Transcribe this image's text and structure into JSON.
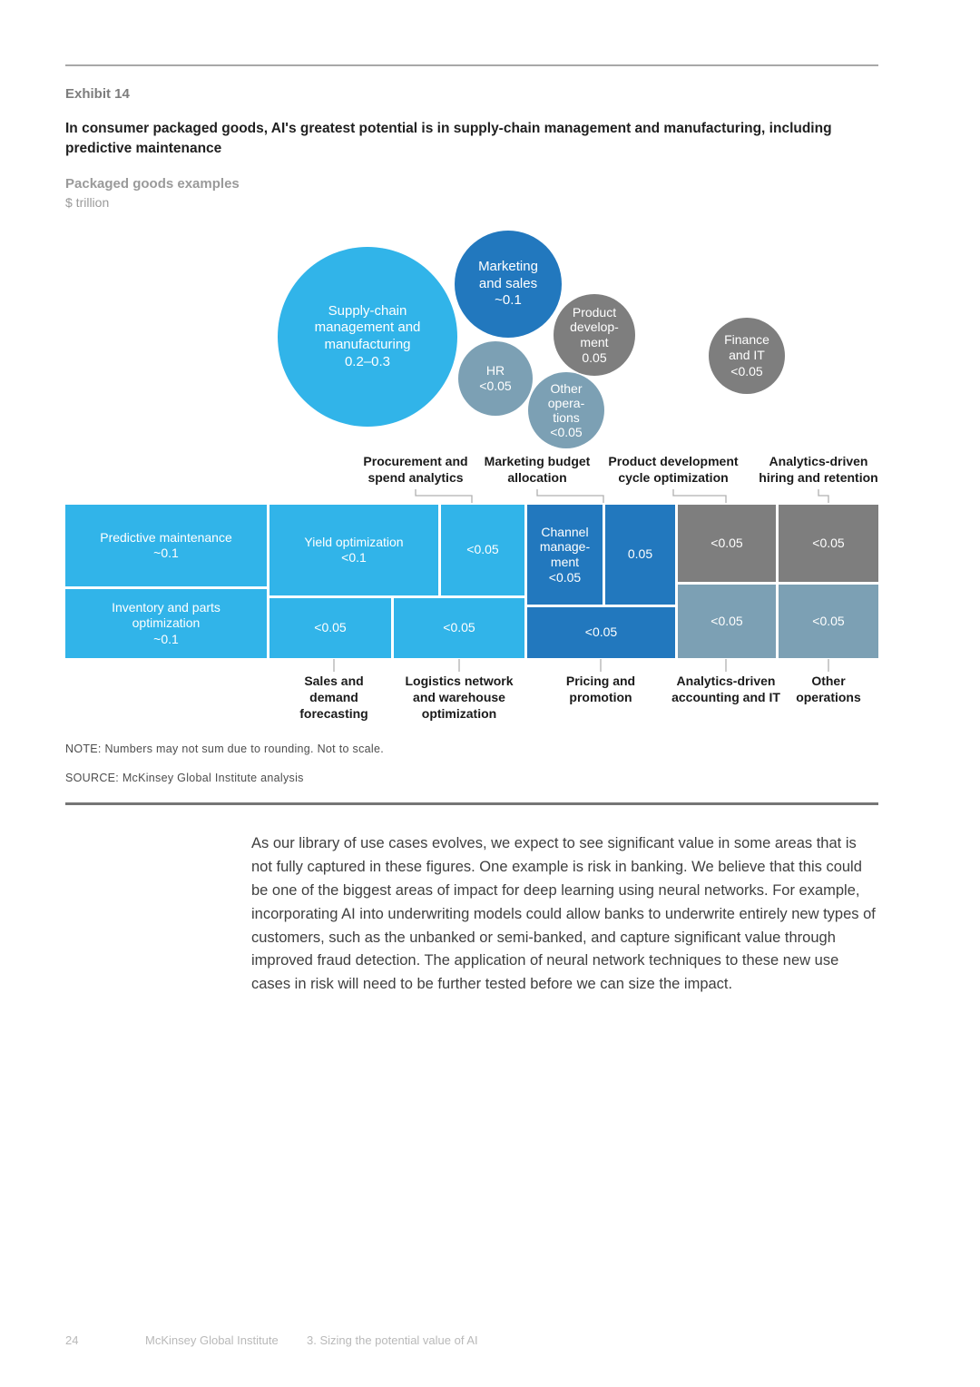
{
  "page": {
    "exhibit_label": "Exhibit 14",
    "title": "In consumer packaged goods, AI's greatest potential is in supply-chain management and manufacturing, including predictive maintenance",
    "legend_title": "Packaged goods examples",
    "legend_unit": "$ trillion",
    "note": "NOTE: Numbers may not sum due to rounding. Not to scale.",
    "source": "SOURCE:  McKinsey Global Institute analysis",
    "body_paragraph": "As our library of use cases evolves, we expect to see significant value in some areas that is not fully captured in these figures. One example is risk in banking. We believe that this could be one of the biggest areas of impact for deep learning using neural networks. For example, incorporating AI into underwriting models could allow banks to underwrite entirely new types of customers, such as the unbanked or semi-banked, and capture significant value through improved fraud detection. The application of neural network techniques to these new use cases in risk will need to be further tested before we can size the impact.",
    "footer": {
      "page_number": "24",
      "institute": "McKinsey Global Institute",
      "chapter": "3. Sizing the potential value of AI"
    }
  },
  "colors": {
    "light_blue": "#31B4E9",
    "dark_blue": "#2278BE",
    "blue_gray": "#7CA0B4",
    "gray": "#7E7E7E"
  },
  "chart_data": {
    "type": "bubble",
    "title": "Packaged goods examples",
    "unit": "$ trillion",
    "bubbles": [
      {
        "name": "Supply-chain management and manufacturing",
        "value": "0.2–0.3",
        "color": "#31B4E9",
        "display": "Supply-chain\nmanagement and\nmanufacturing\n0.2–0.3"
      },
      {
        "name": "Marketing and sales",
        "value": "~0.1",
        "color": "#2278BE",
        "display": "Marketing\nand sales\n~0.1"
      },
      {
        "name": "HR",
        "value": "<0.05",
        "color": "#7CA0B4",
        "display": "HR\n<0.05"
      },
      {
        "name": "Product development",
        "value": "0.05",
        "color": "#7E7E7E",
        "display": "Product\ndevelop-\nment\n0.05"
      },
      {
        "name": "Other operations",
        "value": "<0.05",
        "color": "#7CA0B4",
        "display": "Other\nopera-\ntions\n<0.05"
      },
      {
        "name": "Finance and IT",
        "value": "<0.05",
        "color": "#7E7E7E",
        "display": "Finance\nand IT\n<0.05"
      }
    ],
    "top_labels": [
      {
        "text": "Procurement and\nspend analytics"
      },
      {
        "text": "Marketing budget\nallocation"
      },
      {
        "text": "Product development\ncycle optimization"
      },
      {
        "text": "Analytics-driven\nhiring and retention"
      }
    ],
    "cells": [
      {
        "name": "Predictive maintenance",
        "value": "~0.1",
        "group": "Supply-chain management and manufacturing",
        "display": "Predictive maintenance\n~0.1"
      },
      {
        "name": "Inventory and parts optimization",
        "value": "~0.1",
        "group": "Supply-chain management and manufacturing",
        "display": "Inventory and parts\noptimization\n~0.1"
      },
      {
        "name": "Yield optimization",
        "value": "<0.1",
        "group": "Supply-chain management and manufacturing",
        "display": "Yield optimization\n<0.1"
      },
      {
        "name": "Procurement and spend analytics",
        "value": "<0.05",
        "group": "Supply-chain management and manufacturing",
        "display": "<0.05"
      },
      {
        "name": "Sales and demand forecasting",
        "value": "<0.05",
        "group": "Supply-chain management and manufacturing",
        "display": "<0.05"
      },
      {
        "name": "Logistics network and warehouse optimization",
        "value": "<0.05",
        "group": "Supply-chain management and manufacturing",
        "display": "<0.05"
      },
      {
        "name": "Channel management",
        "value": "<0.05",
        "group": "Marketing and sales",
        "display": "Channel\nmanage-\nment\n<0.05"
      },
      {
        "name": "Marketing budget allocation",
        "value": "0.05",
        "group": "Marketing and sales",
        "display": "0.05"
      },
      {
        "name": "Pricing and promotion",
        "value": "<0.05",
        "group": "Marketing and sales",
        "display": "<0.05"
      },
      {
        "name": "Product development cycle optimization",
        "value": "<0.05",
        "group": "Product development",
        "display": "<0.05"
      },
      {
        "name": "Analytics-driven hiring and retention",
        "value": "<0.05",
        "group": "HR",
        "display": "<0.05"
      },
      {
        "name": "Analytics-driven accounting and IT",
        "value": "<0.05",
        "group": "Finance and IT",
        "display": "<0.05"
      },
      {
        "name": "Other operations",
        "value": "<0.05",
        "group": "Other operations",
        "display": "<0.05"
      }
    ],
    "bottom_labels": [
      {
        "text": "Sales and\ndemand\nforecasting"
      },
      {
        "text": "Logistics network\nand warehouse\noptimization"
      },
      {
        "text": "Pricing and\npromotion"
      },
      {
        "text": "Analytics-driven\naccounting and IT"
      },
      {
        "text": "Other\noperations"
      }
    ]
  }
}
